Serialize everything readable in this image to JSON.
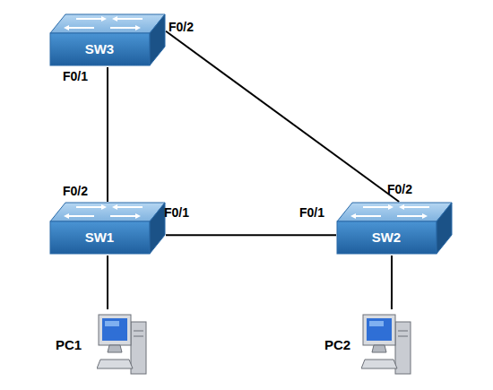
{
  "diagram": {
    "nodes": [
      {
        "text": [
          "SW3"
        ]
      },
      {
        "text": [
          "SW1"
        ]
      },
      {
        "text": [
          "SW2"
        ]
      },
      {
        "text": [
          "PC1"
        ]
      },
      {
        "text": [
          "PC2"
        ]
      }
    ],
    "edges": [
      {
        "from": 0,
        "to": 1,
        "arrow": "none"
      },
      {
        "from": 0,
        "to": 2,
        "arrow": "none"
      },
      {
        "from": 1,
        "to": 2,
        "arrow": "none"
      },
      {
        "from": 1,
        "to": 3,
        "arrow": "none"
      },
      {
        "from": 2,
        "to": 4,
        "arrow": "none"
      }
    ],
    "labels": [
      "F0/2",
      "F0/1",
      "F0/2",
      "F0/1",
      "F0/1",
      "F0/2"
    ]
  }
}
